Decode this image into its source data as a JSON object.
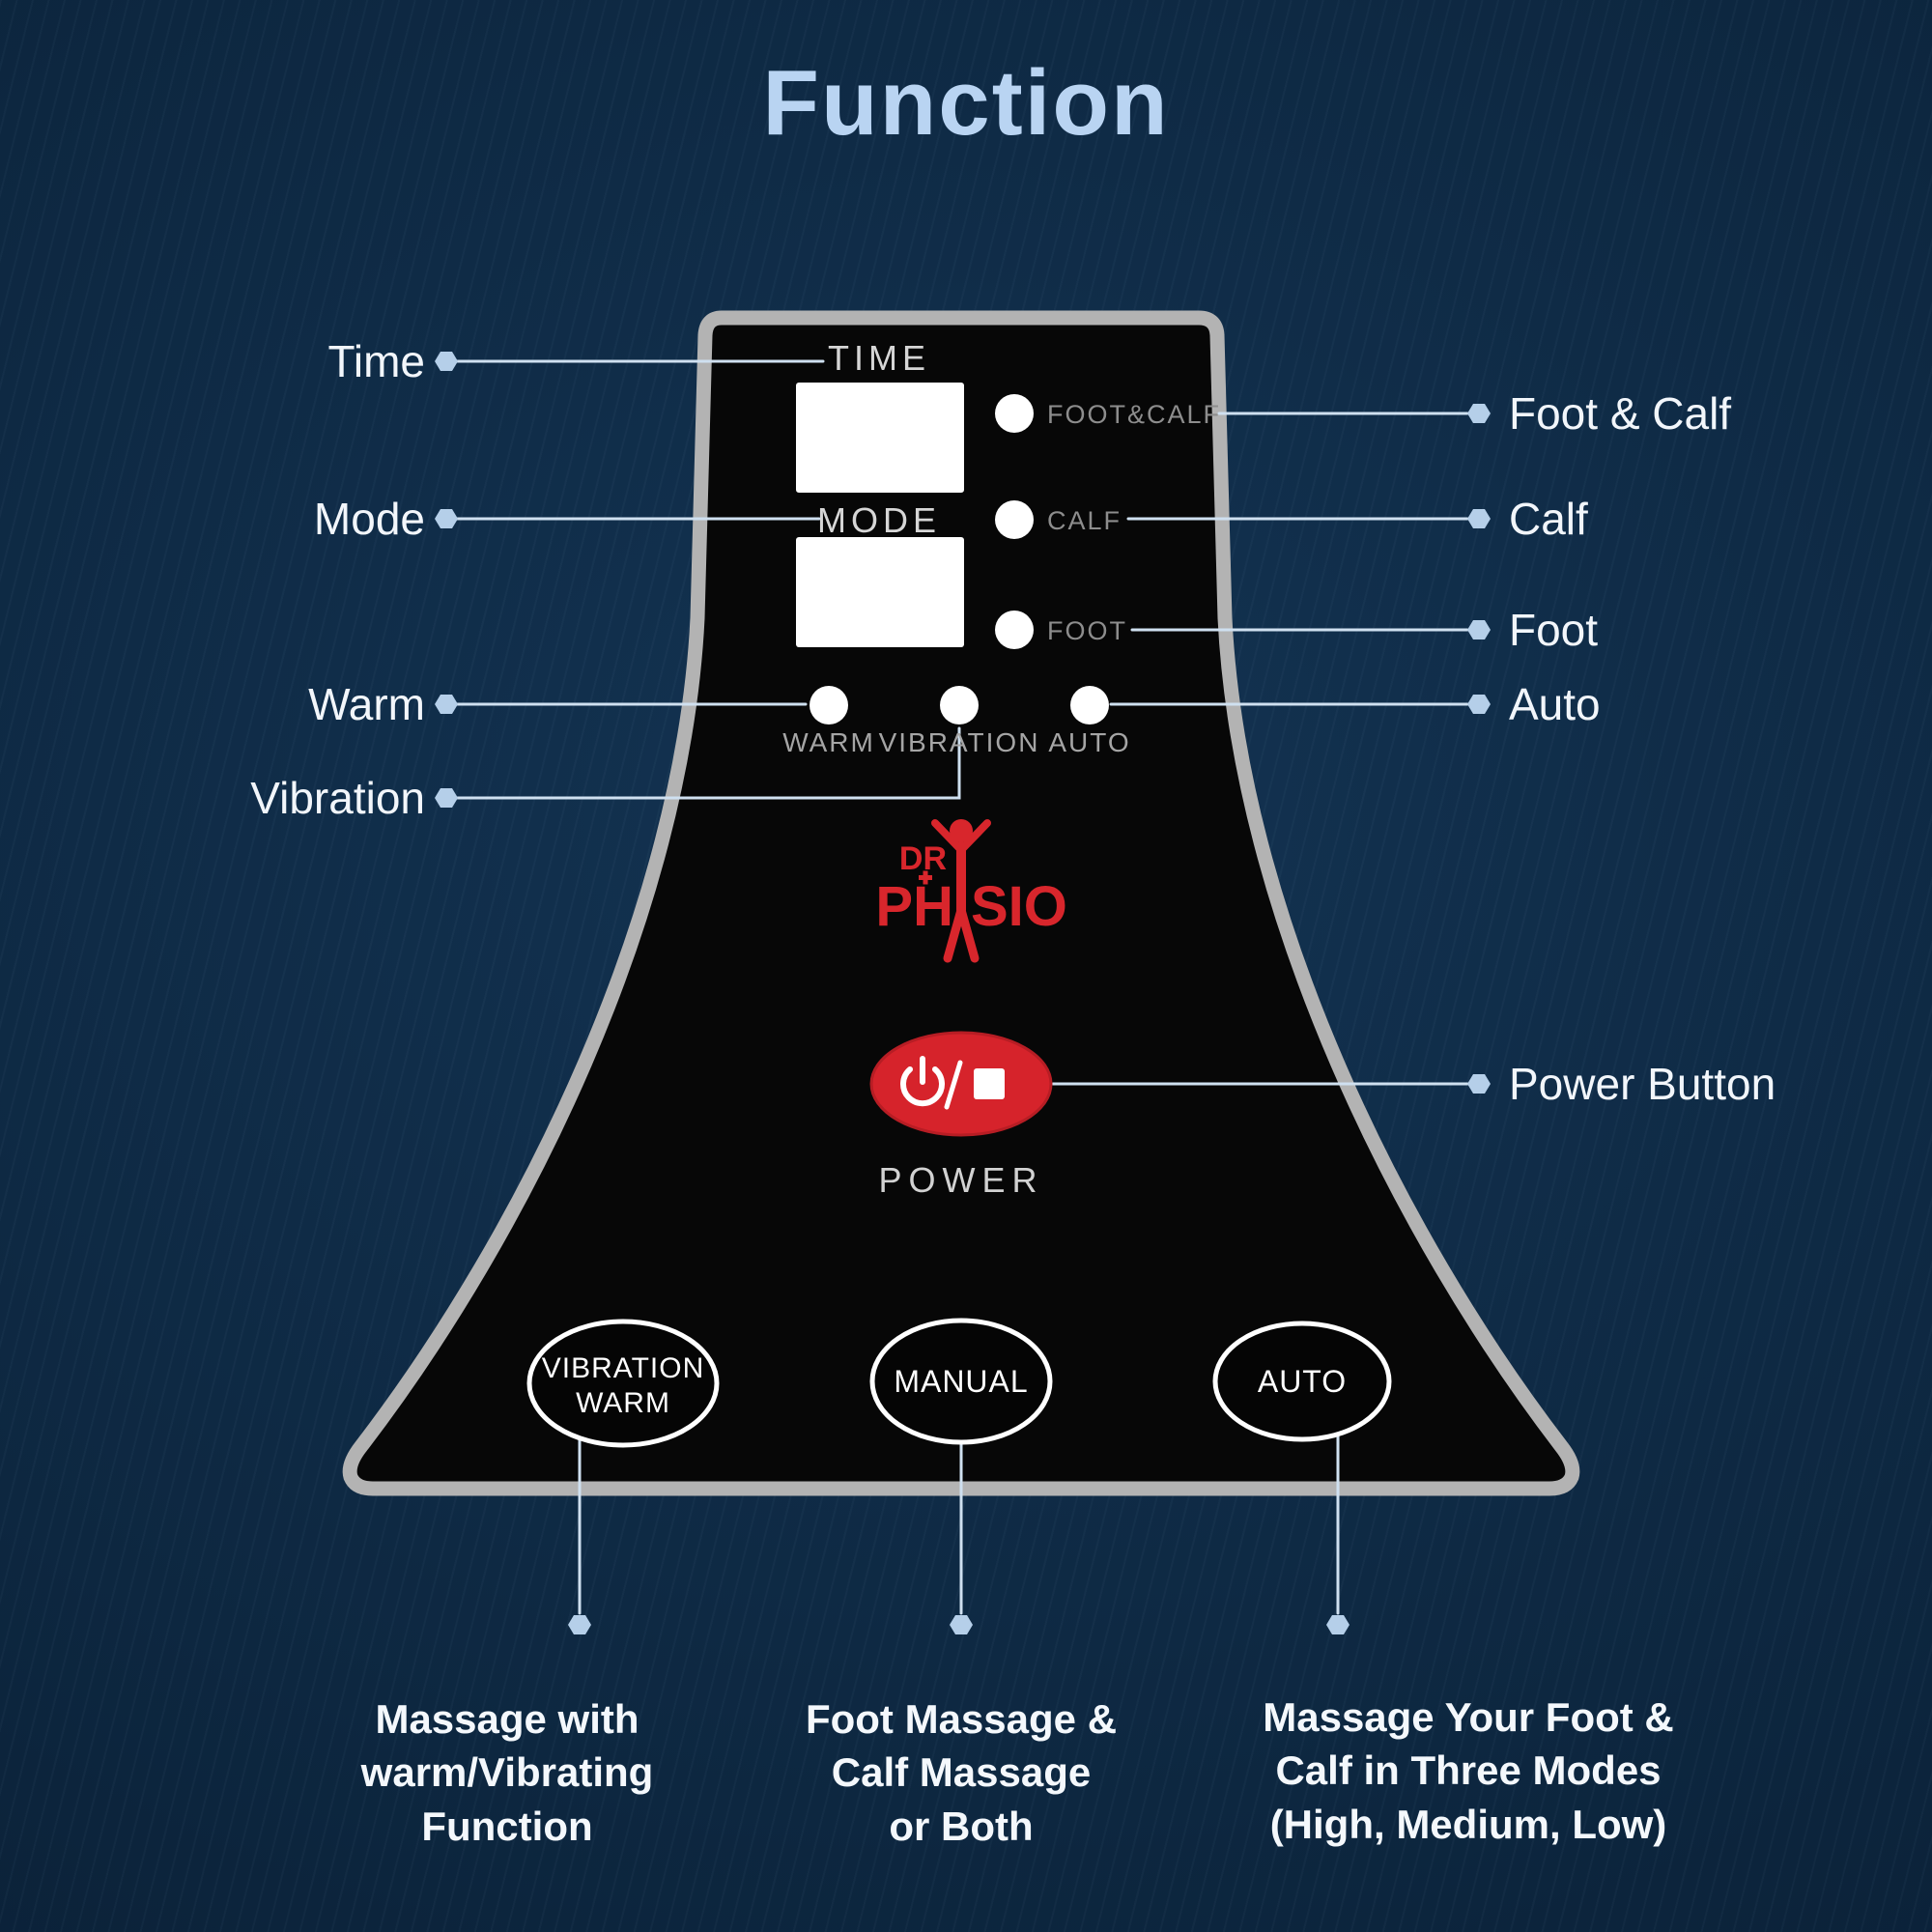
{
  "title": "Function",
  "panel": {
    "time_label": "TIME",
    "mode_label": "MODE",
    "indicators": {
      "foot_calf": "FOOT&CALF",
      "calf": "CALF",
      "foot": "FOOT"
    },
    "mode_leds": [
      "WARM",
      "VIBRATION",
      "AUTO"
    ],
    "logo": {
      "dr": "DR",
      "ph": "PH",
      "sio": "SIO"
    },
    "power_label": "POWER",
    "buttons": {
      "vibration_warm": [
        "VIBRATION",
        "WARM"
      ],
      "manual": "MANUAL",
      "auto": "AUTO"
    }
  },
  "callouts": {
    "left": [
      "Time",
      "Mode",
      "Warm",
      "Vibration"
    ],
    "right": [
      "Foot & Calf",
      "Calf",
      "Foot",
      "Auto",
      "Power Button"
    ]
  },
  "captions": [
    {
      "lines": [
        "Massage with",
        "warm/Vibrating",
        "Function"
      ]
    },
    {
      "lines": [
        "Foot Massage &",
        "Calf Massage",
        "or Both"
      ]
    },
    {
      "lines": [
        "Massage Your Foot &",
        "Calf in Three Modes",
        "(High, Medium, Low)"
      ]
    }
  ],
  "colors": {
    "background": "#0d2740",
    "title": "#b9d4f2",
    "label_text": "#f2f6fb",
    "leader_line": "#cfe0f0",
    "marker": "#b5cfe9",
    "panel_fill": "#070707",
    "panel_border": "#b3b3b3",
    "led": "#ffffff",
    "brand_red": "#d6232b"
  }
}
